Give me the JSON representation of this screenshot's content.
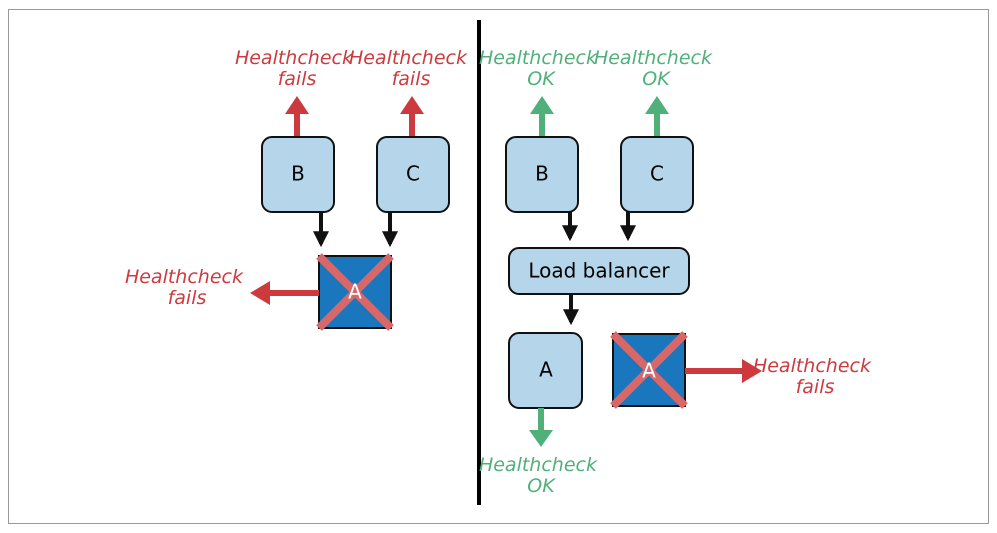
{
  "colors": {
    "fail": "#cd3a3e",
    "ok": "#4fb07a",
    "box_fill": "#b5d6ea",
    "failed_box_fill": "#1a76bd",
    "cross": "#d8676a",
    "connector": "#111111",
    "divider": "#000000"
  },
  "left_panel": {
    "node_b": "B",
    "node_c": "C",
    "node_a": "A",
    "b_status_line1": "Healthcheck",
    "b_status_line2": "fails",
    "c_status_line1": "Healthcheck",
    "c_status_line2": "fails",
    "a_status_line1": "Healthcheck",
    "a_status_line2": "fails"
  },
  "right_panel": {
    "node_b": "B",
    "node_c": "C",
    "load_balancer": "Load balancer",
    "node_a": "A",
    "failed_node_a": "A",
    "b_status_line1": "Healthcheck",
    "b_status_line2": "OK",
    "c_status_line1": "Healthcheck",
    "c_status_line2": "OK",
    "a_status_line1": "Healthcheck",
    "a_status_line2": "OK",
    "failed_a_status_line1": "Healthcheck",
    "failed_a_status_line2": "fails"
  }
}
